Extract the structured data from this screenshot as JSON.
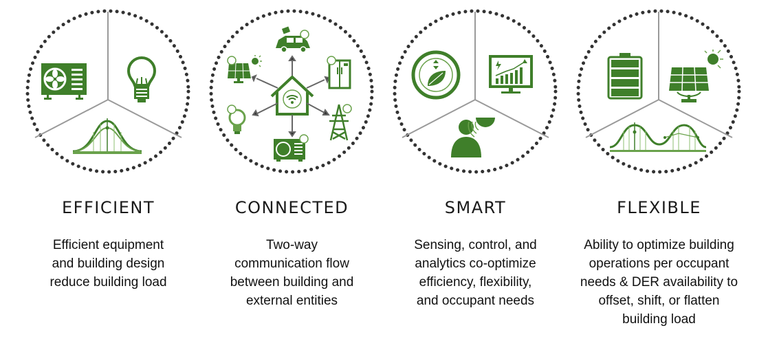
{
  "colors": {
    "icon_green": "#3f7f2a",
    "light_green": "#6aa24c",
    "dot_ring": "#333333",
    "divider": "#999999",
    "text": "#111111"
  },
  "pillars": [
    {
      "id": "efficient",
      "title": "EFFICIENT",
      "description_lines": [
        "Efficient equipment",
        "and building design",
        "reduce building load"
      ],
      "icons": [
        "hvac-unit-icon",
        "light-bulb-icon",
        "load-curve-icon"
      ]
    },
    {
      "id": "connected",
      "title": "CONNECTED",
      "description_lines": [
        "Two-way",
        "communication flow",
        "between building and",
        "external entities"
      ],
      "icons": [
        "smart-home-wifi-icon",
        "electric-vehicle-icon",
        "solar-panel-icon",
        "refrigerator-icon",
        "light-bulb-icon",
        "power-tower-icon",
        "hvac-unit-icon"
      ]
    },
    {
      "id": "smart",
      "title": "SMART",
      "description_lines": [
        "Sensing, control, and",
        "analytics co-optimize",
        "efficiency, flexibility,",
        "and occupant needs"
      ],
      "icons": [
        "leaf-efficiency-icon",
        "analytics-monitor-icon",
        "occupant-sensor-icon"
      ]
    },
    {
      "id": "flexible",
      "title": "FLEXIBLE",
      "description_lines": [
        "Ability to optimize building",
        "operations per occupant",
        "needs & DER availability to",
        "offset, shift, or flatten",
        "building load"
      ],
      "icons": [
        "battery-icon",
        "solar-panel-icon",
        "shifted-load-curve-icon"
      ]
    }
  ]
}
